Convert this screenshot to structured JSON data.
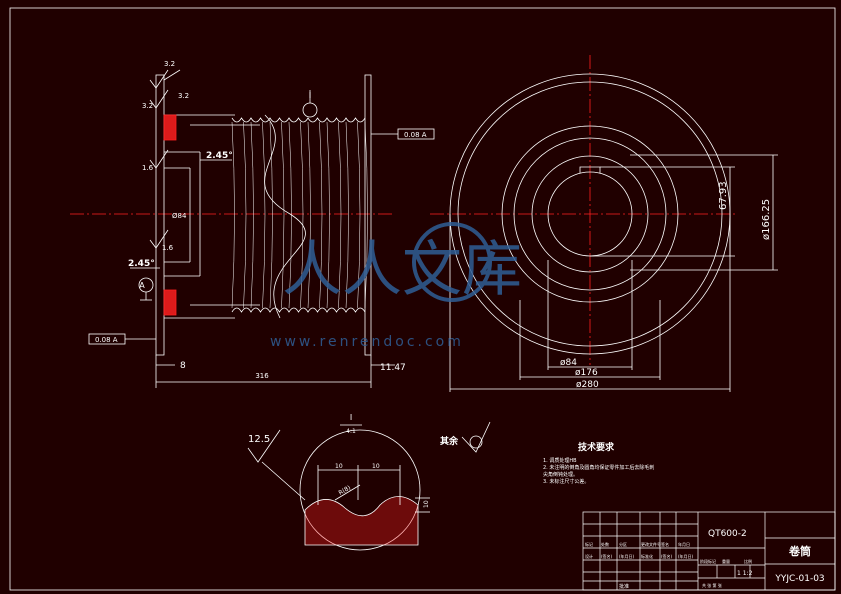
{
  "drawing": {
    "part_name": "卷筒",
    "material": "QT600-2",
    "drawing_number": "YYJC-01-03",
    "scale_text": "1 1:2",
    "title_row_labels": [
      "标记",
      "处数",
      "分区",
      "更改文件号",
      "签名",
      "年月日"
    ],
    "title_row_labels_2": [
      "设计",
      "(签名)",
      "(年月日)",
      "标准化",
      "(签名)",
      "(年月日)"
    ],
    "stage_labels": [
      "阶段标记",
      "重量",
      "比例"
    ],
    "sheet_label": "共 张 第 张",
    "approve_label": "批准"
  },
  "tech_requirements": {
    "heading": "技术要求",
    "lines": [
      "1. 调质处理HB",
      "2. 未注明的倒角及圆角均保证零件加工后去除毛刺",
      "   尖角倒钝处理。",
      "3. 未标注尺寸公差。"
    ]
  },
  "roughness": {
    "rest_label": "其余",
    "groove_value": "12.5",
    "left_top": "3.2",
    "left_upper": "3.2",
    "left_mid": "1.6",
    "left_low": "1.6",
    "flange_face": "3.2"
  },
  "detail": {
    "label": "I",
    "scale": "4:1",
    "dim_left": "10",
    "dim_right": "10",
    "dim_radius": "R(8)",
    "dim_depth": "10",
    "callout": "I"
  },
  "front_view": {
    "chamfer_top": "2.45°",
    "chamfer_bottom": "2.45°",
    "bore": "Ø84",
    "datum_label": "A",
    "runout_top": "0.08 A",
    "runout_bottom": "0.08 A",
    "dim_left_offset": "8",
    "dim_right_offset": "11.47",
    "dim_total_length": "316"
  },
  "side_view": {
    "dim_bore": "ø84",
    "dim_hub": "ø176",
    "dim_outer": "ø280",
    "dim_key": "67.93",
    "dim_groove": "ø166.25"
  },
  "watermark": {
    "chars": "人人文库",
    "url": "www.renrendoc.com"
  },
  "colors": {
    "background": "#200000",
    "line": "#ffffff",
    "center_line": "#ff2020",
    "hatch": "#ff2020",
    "watermark": "#2f5e96"
  }
}
